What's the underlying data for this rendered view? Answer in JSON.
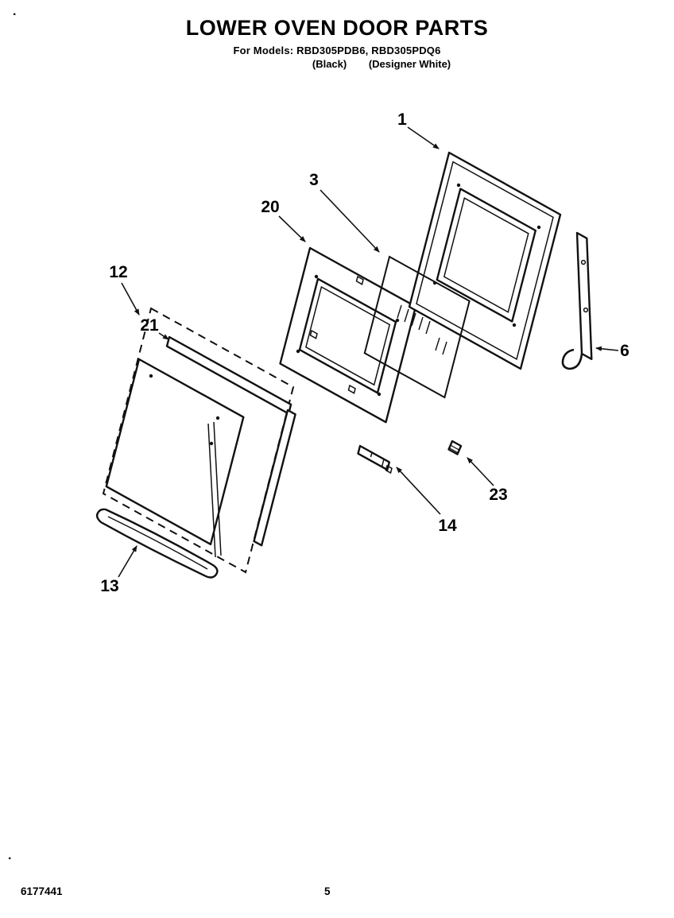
{
  "header": {
    "title": "LOWER OVEN DOOR PARTS",
    "models_line": "For Models: RBD305PDB6, RBD305PDQ6",
    "color_black": "(Black)",
    "color_white": "(Designer White)"
  },
  "callouts": [
    {
      "num": "1",
      "part": "outer-door-panel"
    },
    {
      "num": "3",
      "part": "door-glass"
    },
    {
      "num": "20",
      "part": "inner-door-panel"
    },
    {
      "num": "12",
      "part": "door-liner"
    },
    {
      "num": "21",
      "part": "trim-strip"
    },
    {
      "num": "6",
      "part": "hinge-bracket"
    },
    {
      "num": "23",
      "part": "screw"
    },
    {
      "num": "14",
      "part": "glass-bracket"
    },
    {
      "num": "13",
      "part": "bottom-trim"
    }
  ],
  "footer": {
    "doc_number": "6177441",
    "page_number": "5"
  },
  "artifacts": {
    "top_left_dot": ".",
    "bottom_left_dot": "."
  }
}
